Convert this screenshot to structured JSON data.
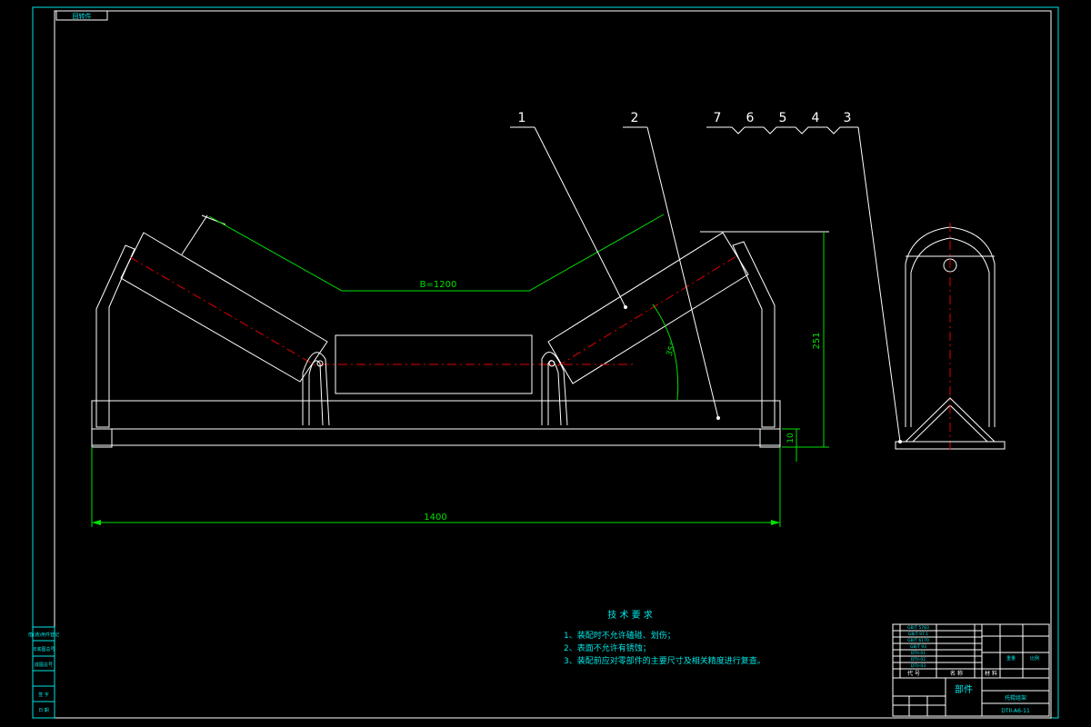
{
  "drawing": {
    "top_label": "回转件",
    "part_numbers": {
      "p1": "1",
      "p2": "2",
      "p3": "3",
      "p4": "4",
      "p5": "5",
      "p6": "6",
      "p7": "7"
    },
    "dimensions": {
      "width_label": "B=1200",
      "length_label": "1400",
      "height_label": "251",
      "base_thickness_label": "10",
      "angle_label": "35°"
    }
  },
  "tech_notes": {
    "title": "技 术 要 求",
    "items": [
      "1、装配时不允许磕碰、划伤；",
      "2、表面不允许有锈蚀；",
      "3、装配前应对零部件的主要尺寸及相关精度进行复查。"
    ]
  },
  "title_block": {
    "part_kind": "部件",
    "drawing_name": "托辊组架",
    "drawing_code": "DTII-A6-11",
    "col_code": "代 号",
    "col_name": "名 称",
    "col_material": "材 料",
    "weight_label": "重量",
    "scale_label": "比例",
    "rows": [
      "GB/T 5783",
      "GB/T 97.1",
      "GB/T 6170",
      "GB/T 93",
      "DTII-01",
      "DTII-02",
      "DTII-03"
    ]
  },
  "left_side_table": {
    "rows": [
      "借(通)用件登记",
      "旧底图总号",
      "底图总号",
      "签 字",
      "日 期"
    ]
  }
}
